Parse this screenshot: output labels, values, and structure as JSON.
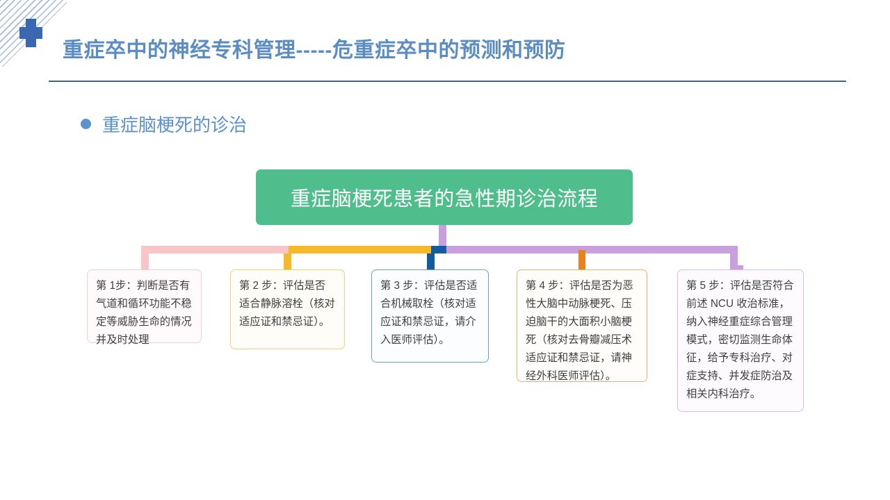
{
  "slide": {
    "title": "重症卒中的神经专科管理-----危重症卒中的预测和预防",
    "bullet_heading": "重症脑梗死的诊治",
    "decoration": {
      "cross_icon": "medical-cross-icon",
      "accent_color": "#3a68b0",
      "stripe_color": "#9fb6d8",
      "title_color": "#5b8cc4",
      "rule_color": "#436386",
      "bullet_color": "#5b92d0"
    }
  },
  "diagram": {
    "root": {
      "label": "重症脑梗死患者的急性期诊治流程",
      "fill": "#50be8c",
      "text_color": "#ffffff"
    },
    "steps": [
      {
        "id": "step-1",
        "text": "第 1步：判断是否有气道和循环功能不稳定等威胁生命的情况并及时处理",
        "border_color": "#f6ced1",
        "connector_color": "#f9c6c8"
      },
      {
        "id": "step-2",
        "text": "第 2 步：评估是否适合静脉溶栓（核对适应证和禁忌证）。",
        "border_color": "#f0cf82",
        "connector_color": "#f6b92a"
      },
      {
        "id": "step-3",
        "text": "第 3 步：评估是否适合机械取栓（核对适应证和禁忌证，请介入医师评估）。",
        "border_color": "#6f9fc4",
        "connector_color": "#145a9e"
      },
      {
        "id": "step-4",
        "text": "第 4 步：评估是否为恶性大脑中动脉梗死、压迫脑干的大面积小脑梗死（核对去骨瓣减压术适应证和禁忌证，请神经外科医师评估）。",
        "border_color": "#e8b07a",
        "connector_color": "#e8821e"
      },
      {
        "id": "step-5",
        "text": "第 5 步：评估是否符合前述 NCU 收治标准，纳入神经重症综合管理模式，密切监测生命体征，给予专科治疗、对症支持、并发症防治及相关内科治疗。",
        "border_color": "#d9bde4",
        "connector_color": "#c9a0dd"
      }
    ]
  }
}
